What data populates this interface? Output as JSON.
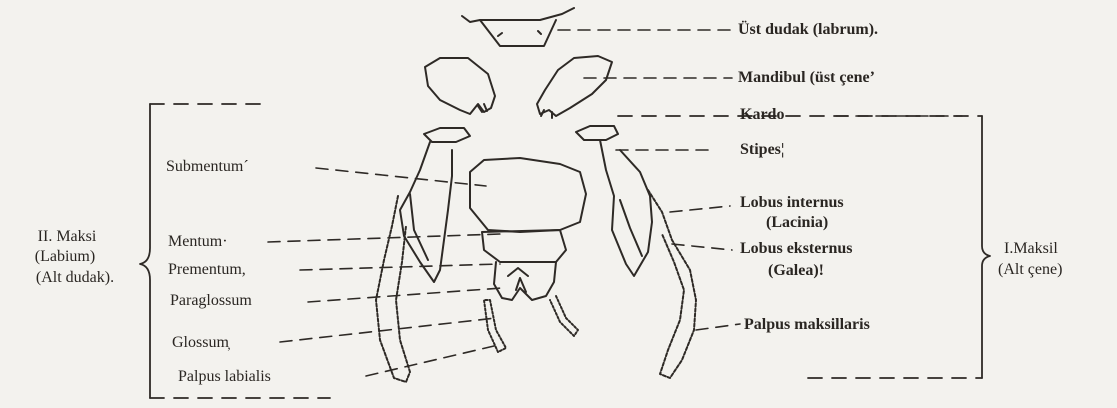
{
  "labels": {
    "labrum": "Üst dudak (labrum).",
    "mandibul": "Mandibul (üst çeneʼ",
    "kardo": "Kardo",
    "stipes": "Stipes¦",
    "lobus_internus_1": "Lobus internus",
    "lobus_internus_2": "(Lacinia)",
    "lobus_eksternus_1": "Lobus eksternus",
    "lobus_eksternus_2": "(Galea)!",
    "palpus_maksillaris": "Palpus maksillaris",
    "submentum": "Submentum´",
    "mentum": "Mentum·",
    "prementum": "Prementum,",
    "paraglossum": "Paraglossum",
    "glossum": "Glossum̦",
    "palpus_labialis": "Palpus labialis"
  },
  "groups": {
    "labium": [
      "II. Maksi",
      "(Labium)",
      "(Alt dudak)."
    ],
    "maksil": [
      "I.Maksil",
      "(Alt çene)"
    ]
  }
}
